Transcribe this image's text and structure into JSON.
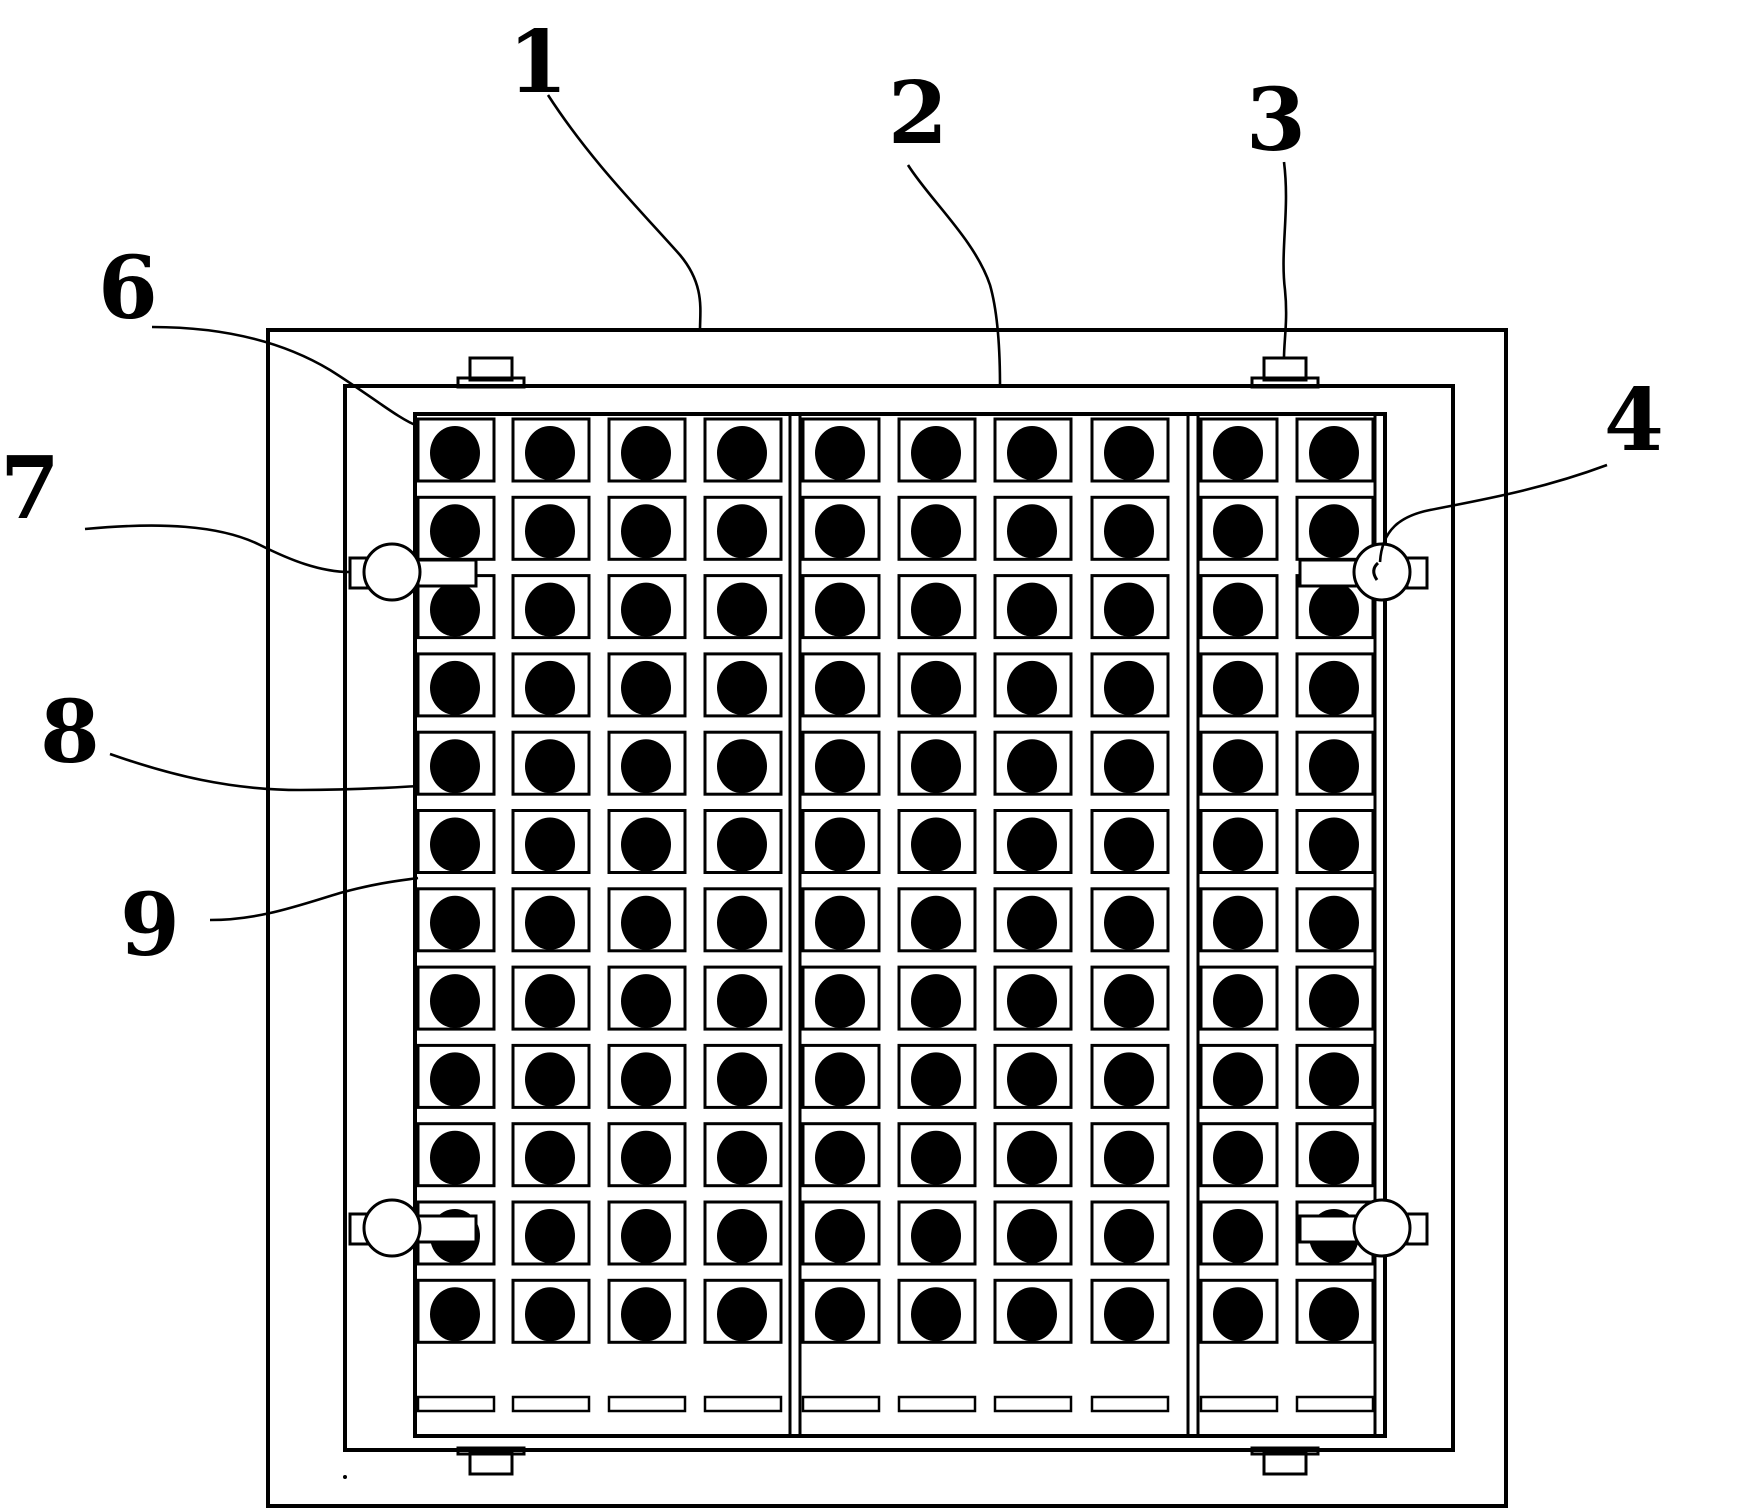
{
  "diagram": {
    "type": "patent drawing (top view)",
    "grid": {
      "rows": 12,
      "columns": 10
    },
    "labels": [
      {
        "id": "1",
        "text": "1"
      },
      {
        "id": "2",
        "text": "2"
      },
      {
        "id": "3",
        "text": "3"
      },
      {
        "id": "4",
        "text": "4"
      },
      {
        "id": "6",
        "text": "6"
      },
      {
        "id": "7",
        "text": "7"
      },
      {
        "id": "8",
        "text": "8"
      },
      {
        "id": "9",
        "text": "9"
      }
    ]
  }
}
